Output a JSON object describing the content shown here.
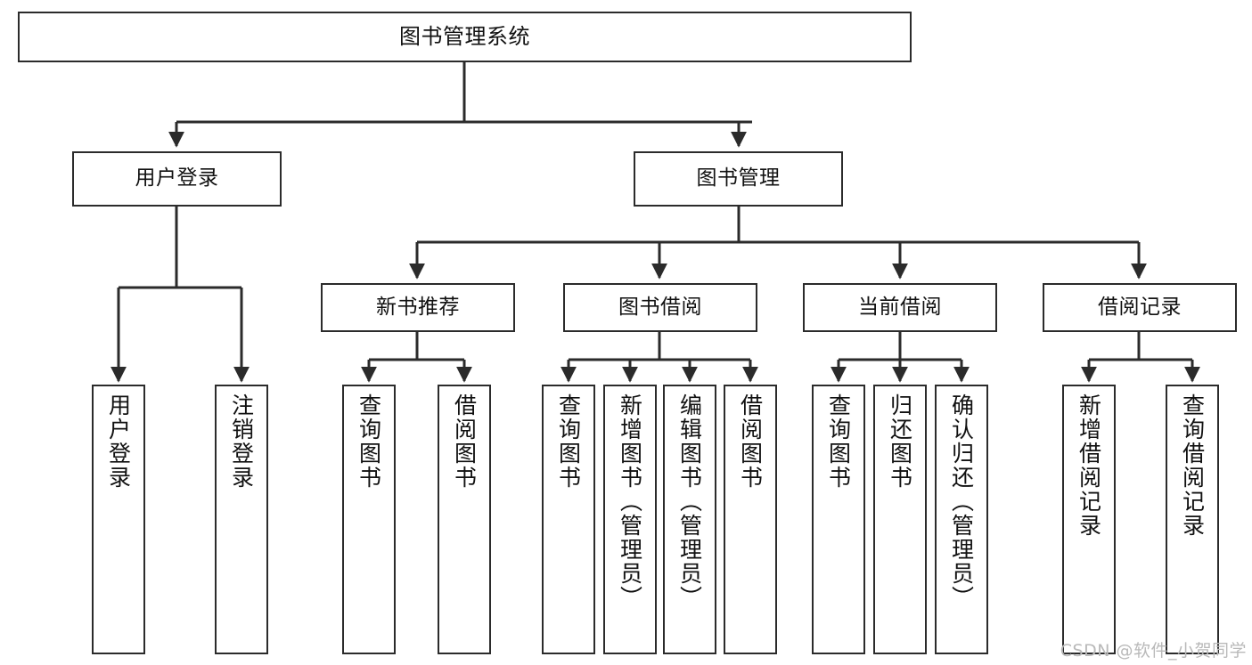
{
  "diagram": {
    "title": "图书管理系统",
    "watermark": "CSDN @软件_小贺同学",
    "colors": {
      "background": "#ffffff",
      "stroke": "#2b2b2b",
      "text": "#111111",
      "watermark": "#b9b9b9"
    },
    "root": {
      "label": "图书管理系统"
    },
    "level2": [
      {
        "label": "用户登录"
      },
      {
        "label": "图书管理"
      }
    ],
    "level3": [
      {
        "label": "新书推荐"
      },
      {
        "label": "图书借阅"
      },
      {
        "label": "当前借阅"
      },
      {
        "label": "借阅记录"
      }
    ],
    "leaves": {
      "user_login": [
        {
          "label": "用户登录"
        },
        {
          "label": "注销登录"
        }
      ],
      "new_book": [
        {
          "label": "查询图书"
        },
        {
          "label": "借阅图书"
        }
      ],
      "book_borrow": [
        {
          "label": "查询图书"
        },
        {
          "label": "新增图书（管理员）"
        },
        {
          "label": "编辑图书（管理员）"
        },
        {
          "label": "借阅图书"
        }
      ],
      "current_borrow": [
        {
          "label": "查询图书"
        },
        {
          "label": "归还图书"
        },
        {
          "label": "确认归还（管理员）"
        }
      ],
      "borrow_record": [
        {
          "label": "新增借阅记录"
        },
        {
          "label": "查询借阅记录"
        }
      ]
    }
  }
}
